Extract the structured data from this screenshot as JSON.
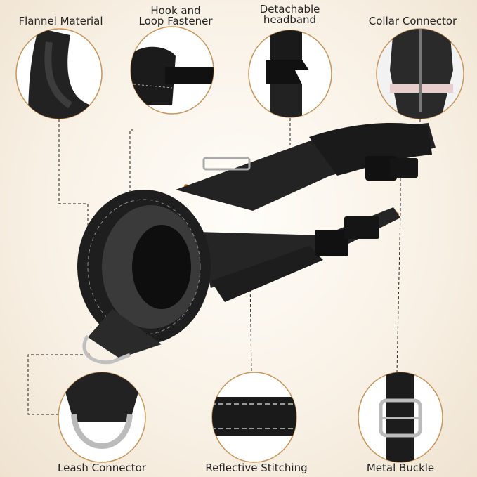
{
  "features": {
    "top": [
      {
        "label": "Flannel Material"
      },
      {
        "label_line1": "Hook and",
        "label_line2": "Loop Fastener"
      },
      {
        "label_line1": "Detachable",
        "label_line2": "headband"
      },
      {
        "label": "Collar Connector"
      }
    ],
    "bottom": [
      {
        "label": "Leash Connector"
      },
      {
        "label": "Reflective Stitching"
      },
      {
        "label": "Metal Buckle"
      }
    ]
  },
  "colors": {
    "accent": "#c8955a",
    "callout_dot": "#e08a3a",
    "product": "#1c1c1c"
  }
}
